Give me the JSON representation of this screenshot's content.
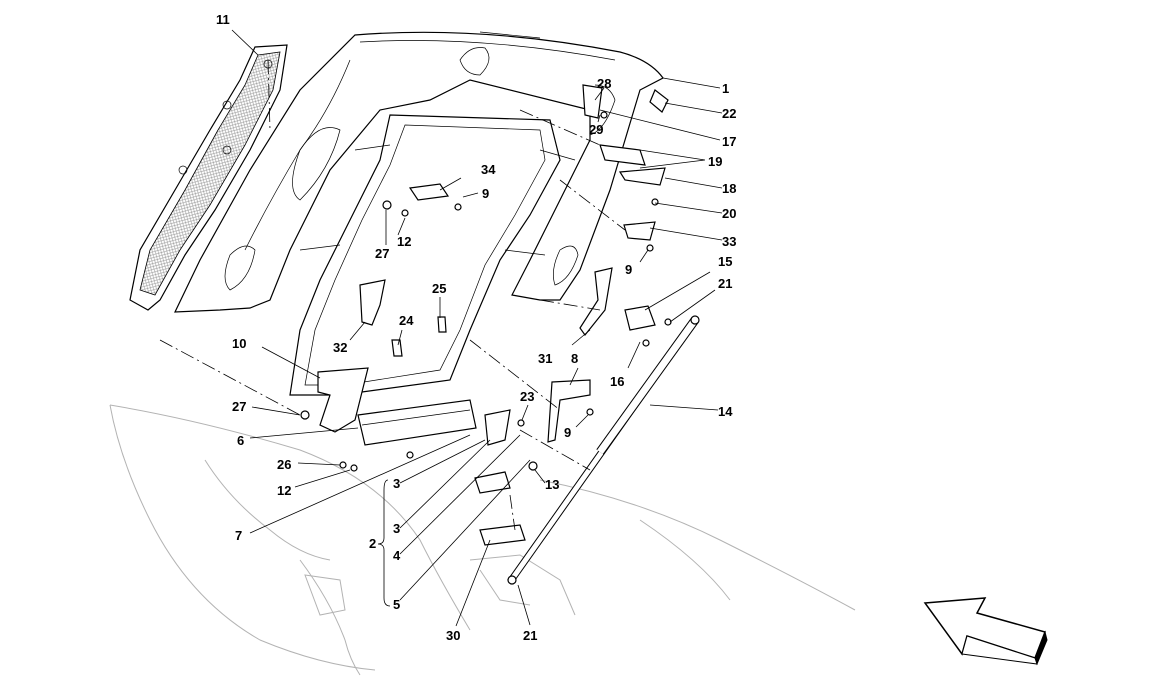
{
  "callouts": [
    "1",
    "2",
    "3",
    "3",
    "4",
    "5",
    "6",
    "7",
    "8",
    "9",
    "9",
    "9",
    "10",
    "11",
    "12",
    "12",
    "13",
    "14",
    "15",
    "16",
    "17",
    "18",
    "19",
    "20",
    "21",
    "21",
    "22",
    "23",
    "24",
    "25",
    "26",
    "27",
    "27",
    "28",
    "29",
    "30",
    "31",
    "32",
    "33",
    "34"
  ],
  "colors": {
    "line": "#000000",
    "ghost": "#b3b3b3",
    "mesh": "#9a9a9a",
    "background": "#ffffff"
  },
  "icons": [
    "direction-arrow-icon"
  ]
}
